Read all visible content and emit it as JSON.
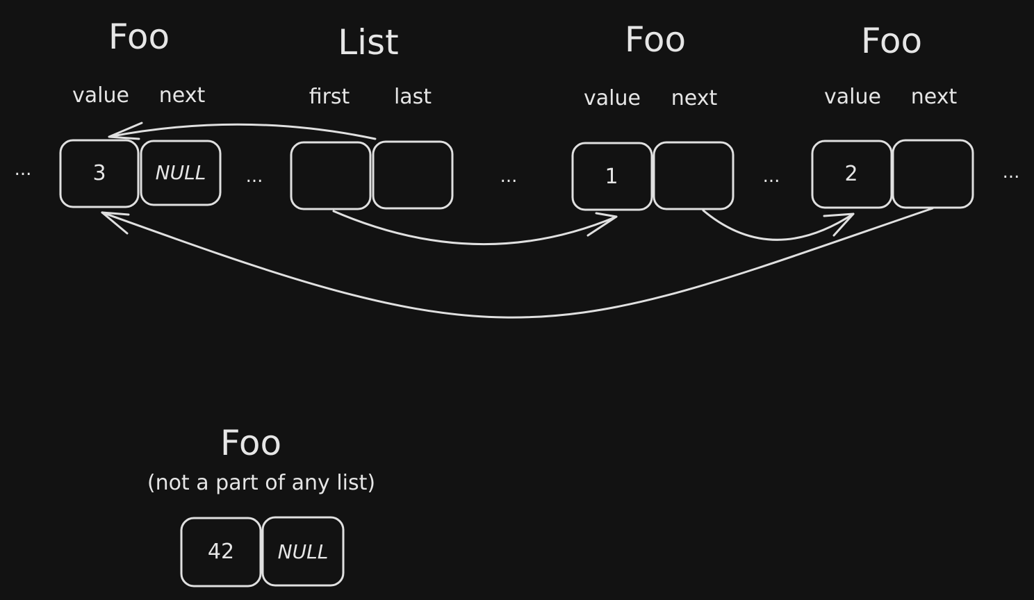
{
  "colors": {
    "background": "#121212",
    "stroke": "#e0e0e0",
    "text": "#e6e6e6"
  },
  "ellipsis": "...",
  "nodes": [
    {
      "title": "Foo",
      "field_left": "value",
      "field_right": "next",
      "value": "3",
      "next": "NULL"
    },
    {
      "title": "List",
      "field_left": "first",
      "field_right": "last",
      "value": "",
      "next": ""
    },
    {
      "title": "Foo",
      "field_left": "value",
      "field_right": "next",
      "value": "1",
      "next": ""
    },
    {
      "title": "Foo",
      "field_left": "value",
      "field_right": "next",
      "value": "2",
      "next": ""
    }
  ],
  "orphan": {
    "title": "Foo",
    "note": "(not a part of any list)",
    "value": "42",
    "next": "NULL"
  },
  "links": [
    {
      "from": "List.first",
      "to": "Foo(1).value"
    },
    {
      "from": "List.last",
      "to": "Foo(3).value"
    },
    {
      "from": "Foo(1).next",
      "to": "Foo(2).value"
    },
    {
      "from": "Foo(2).next",
      "to": "Foo(3).value"
    }
  ]
}
